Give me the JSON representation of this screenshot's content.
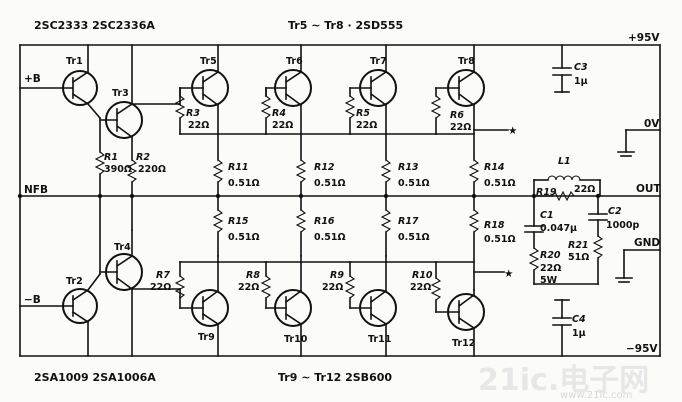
{
  "header": {
    "npn_types": "2SC2333  2SC2336A",
    "npn_range": "Tr5 ~ Tr8 · 2SD555",
    "pnp_types": "2SA1009  2SA1006A",
    "pnp_range": "Tr9 ~ Tr12    2SB600"
  },
  "rails": {
    "plus_b": "+B",
    "minus_b": "−B",
    "nfb": "NFB",
    "plus_95": "+95V",
    "minus_95": "−95V",
    "zero_v": "0V",
    "out": "OUT",
    "gnd": "GND"
  },
  "transistors": {
    "tr1": "Tr1",
    "tr2": "Tr2",
    "tr3": "Tr3",
    "tr4": "Tr4",
    "tr5": "Tr5",
    "tr6": "Tr6",
    "tr7": "Tr7",
    "tr8": "Tr8",
    "tr9": "Tr9",
    "tr10": "Tr10",
    "tr11": "Tr11",
    "tr12": "Tr12"
  },
  "resistors": {
    "r1": "R1",
    "r1v": "390Ω",
    "r2": "R2",
    "r2v": "220Ω",
    "r3": "R3",
    "r3v": "22Ω",
    "r4": "R4",
    "r4v": "22Ω",
    "r5": "R5",
    "r5v": "22Ω",
    "r6": "R6",
    "r6v": "22Ω",
    "r7": "R7",
    "r7v": "22Ω",
    "r8": "R8",
    "r8v": "22Ω",
    "r9": "R9",
    "r9v": "22Ω",
    "r10": "R10",
    "r10v": "22Ω",
    "r11": "R11",
    "r11v": "0.51Ω",
    "r12": "R12",
    "r12v": "0.51Ω",
    "r13": "R13",
    "r13v": "0.51Ω",
    "r14": "R14",
    "r14v": "0.51Ω",
    "r15": "R15",
    "r15v": "0.51Ω",
    "r16": "R16",
    "r16v": "0.51Ω",
    "r17": "R17",
    "r17v": "0.51Ω",
    "r18": "R18",
    "r18v": "0.51Ω",
    "r19": "R19",
    "r19v": "22Ω",
    "r20": "R20",
    "r20v": "22Ω",
    "r20w": "5W",
    "r21": "R21",
    "r21v": "51Ω"
  },
  "capacitors": {
    "c1": "C1",
    "c1v": "0.047μ",
    "c2": "C2",
    "c2v": "1000p",
    "c3": "C3",
    "c3v": "1μ",
    "c4": "C4",
    "c4v": "1μ"
  },
  "inductor": {
    "l1": "L1"
  },
  "watermark": {
    "brand": "21ic.电子网",
    "site": "www.21ic.com"
  }
}
